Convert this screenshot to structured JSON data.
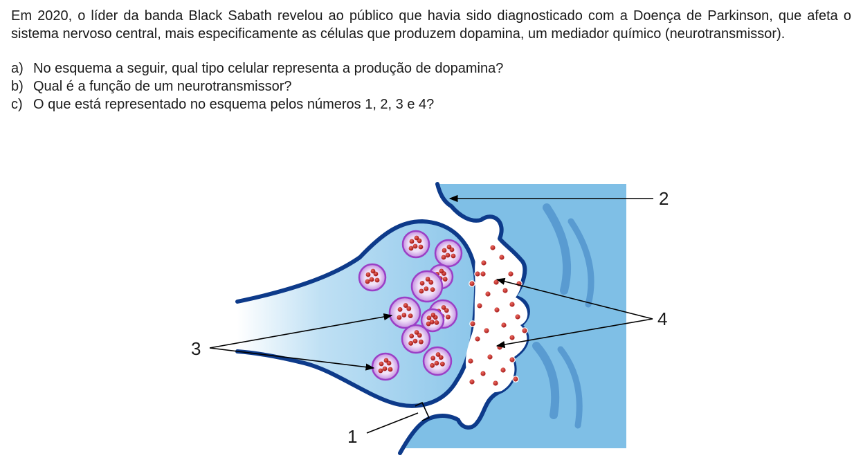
{
  "intro": "Em 2020, o líder da banda Black Sabath revelou ao público que havia sido diagnosticado com a Doença de Parkinson, que afeta o sistema nervoso central, mais especificamente as células que produzem dopamina, um mediador químico (neurotransmissor).",
  "questions": [
    {
      "letter": "a)",
      "text": "No esquema a seguir, qual tipo celular representa a produção de dopamina?"
    },
    {
      "letter": "b)",
      "text": "Qual é a função de um neurotransmissor?"
    },
    {
      "letter": "c)",
      "text": "O que está representado no esquema pelos números 1, 2, 3 e 4?"
    }
  ],
  "diagram": {
    "labels": {
      "one": "1",
      "two": "2",
      "three": "3",
      "four": "4"
    },
    "colors": {
      "membrane": "#0d3a8a",
      "cytoplasm": "#8cc6ea",
      "postsynaptic": "#7fbfe6",
      "vesicle_ring": "#9b3fc6",
      "vesicle_fill": "#e6cdf2",
      "molecule": "#c0282a"
    }
  }
}
